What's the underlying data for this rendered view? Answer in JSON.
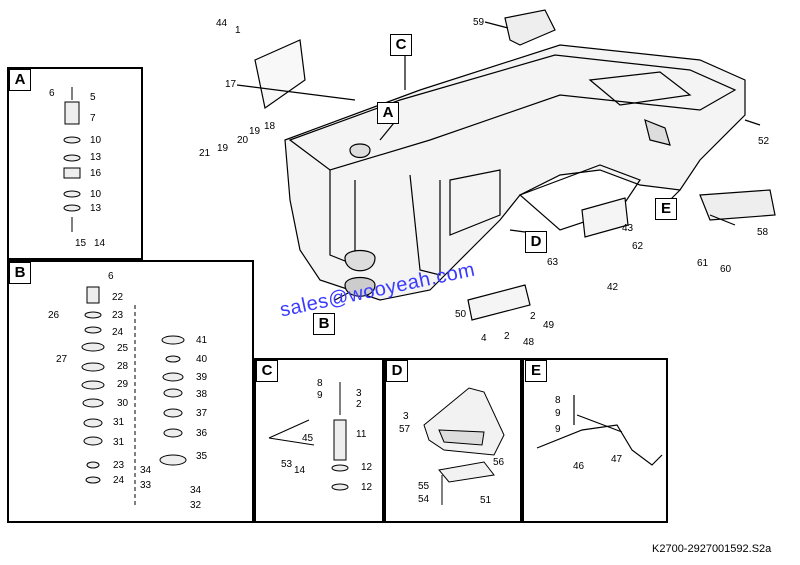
{
  "callouts": [
    "44",
    "1",
    "17",
    "59",
    "C",
    "A",
    "18",
    "19",
    "20",
    "21",
    "19",
    "52",
    "E",
    "58",
    "D",
    "43",
    "62",
    "63",
    "42",
    "61",
    "60",
    "B",
    "50",
    "2",
    "49",
    "4",
    "2",
    "48"
  ],
  "panels": {
    "A": {
      "title": "A",
      "labels": [
        "6",
        "5",
        "7",
        "10",
        "13",
        "16",
        "10",
        "13",
        "15",
        "14"
      ]
    },
    "B": {
      "title": "B",
      "labels": [
        "6",
        "22",
        "26",
        "23",
        "24",
        "25",
        "27",
        "28",
        "29",
        "30",
        "31",
        "31",
        "23",
        "24",
        "41",
        "40",
        "39",
        "38",
        "37",
        "36",
        "35",
        "34",
        "33",
        "34",
        "32"
      ]
    },
    "C": {
      "title": "C",
      "labels": [
        "8",
        "9",
        "3",
        "2",
        "45",
        "11",
        "53",
        "14",
        "12",
        "12"
      ]
    },
    "D": {
      "title": "D",
      "labels": [
        "3",
        "57",
        "56",
        "55",
        "54",
        "51"
      ]
    },
    "E": {
      "title": "E",
      "labels": [
        "8",
        "9",
        "9",
        "46",
        "47"
      ]
    }
  },
  "watermark": "sales@wooyeah.com",
  "figure_code": "K2700-2927001592.S2a"
}
